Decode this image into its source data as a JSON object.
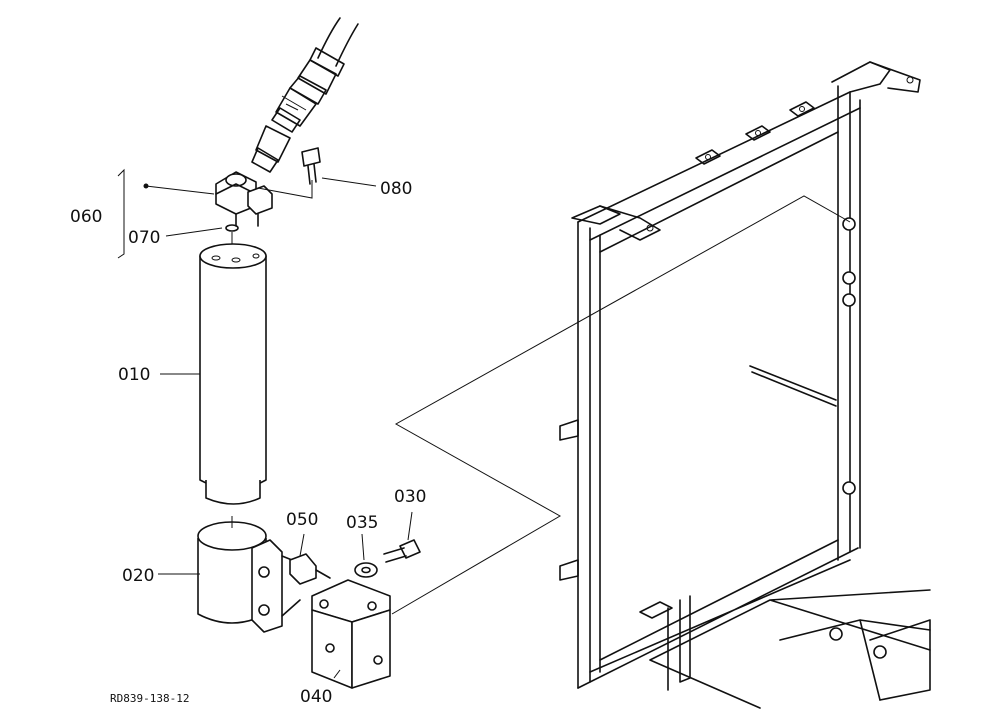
{
  "callouts": {
    "c060": "060",
    "c070": "070",
    "c080": "080",
    "c010": "010",
    "c020": "020",
    "c050": "050",
    "c035": "035",
    "c030": "030",
    "c040": "040"
  },
  "drawing_ref": "RD839-138-12"
}
